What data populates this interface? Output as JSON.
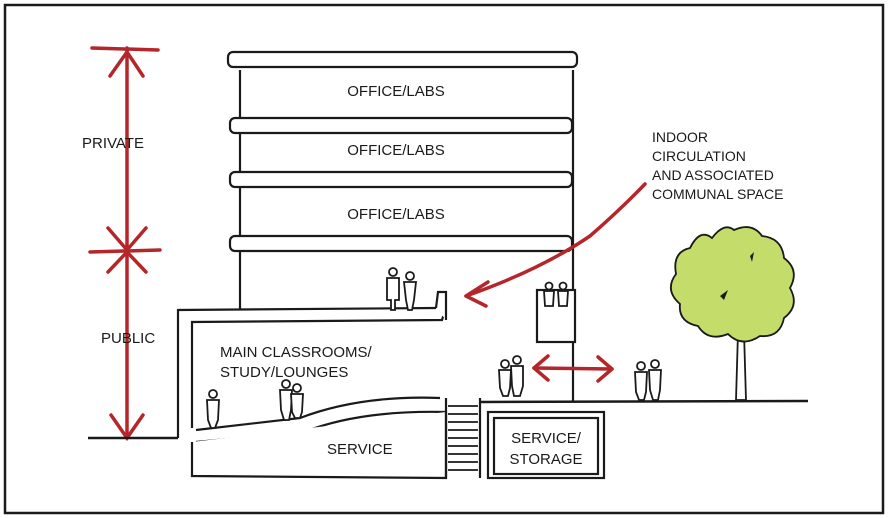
{
  "diagram": {
    "labels": {
      "private": "PRIVATE",
      "public": "PUBLIC",
      "office_labs_1": "OFFICE/LABS",
      "office_labs_2": "OFFICE/LABS",
      "office_labs_3": "OFFICE/LABS",
      "main_classrooms_line1": "MAIN CLASSROOMS/",
      "main_classrooms_line2": "STUDY/LOUNGES",
      "service": "SERVICE",
      "service_storage_line1": "SERVICE/",
      "service_storage_line2": "STORAGE",
      "indoor_line1": "INDOOR",
      "indoor_line2": "CIRCULATION",
      "indoor_line3": "AND ASSOCIATED",
      "indoor_line4": "COMMUNAL SPACE"
    },
    "colors": {
      "annotation_red": "#b5262a",
      "ink": "#1a1a1a",
      "tree_green": "#c3dc6a"
    }
  }
}
